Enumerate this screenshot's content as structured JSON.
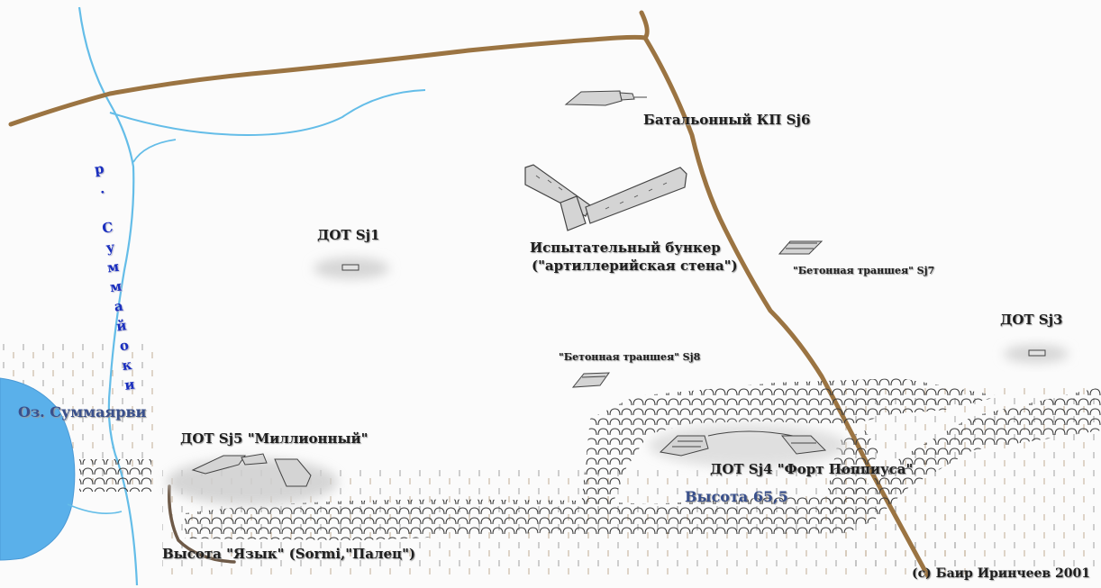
{
  "labels": {
    "kp_sj6": "Батальонный КП Sj6",
    "dot_sj1": "ДОТ Sj1",
    "test_bunker_line1": "Испытательный бункер",
    "test_bunker_line2": "(\"артиллерийская стена\")",
    "trench_sj7": "\"Бетонная траншея\" Sj7",
    "dot_sj3": "ДОТ Sj3",
    "trench_sj8": "\"Бетонная траншея\" Sj8",
    "lake": "Оз. Суммаярви",
    "dot_sj5": "ДОТ Sj5 \"Миллионный\"",
    "dot_sj4": "ДОТ Sj4 \"Форт Поппиуса\"",
    "height_655": "Высота 65,5",
    "height_tongue": "Высота \"Язык\" (Sormi,\"Палец\")",
    "river": "р. Суммайоки"
  },
  "copyright": "(c) Баир Иринчеев 2001",
  "colors": {
    "road": "#9b7442",
    "river": "#64bde8",
    "lake": "#5ab0ea",
    "forest": "#3a3a3a",
    "bunker_fill": "#d4d4d4",
    "bunker_stroke": "#444444",
    "label_text": "#1f1f1f",
    "lake_label": "#39508c",
    "river_label": "#1a2fbf"
  }
}
